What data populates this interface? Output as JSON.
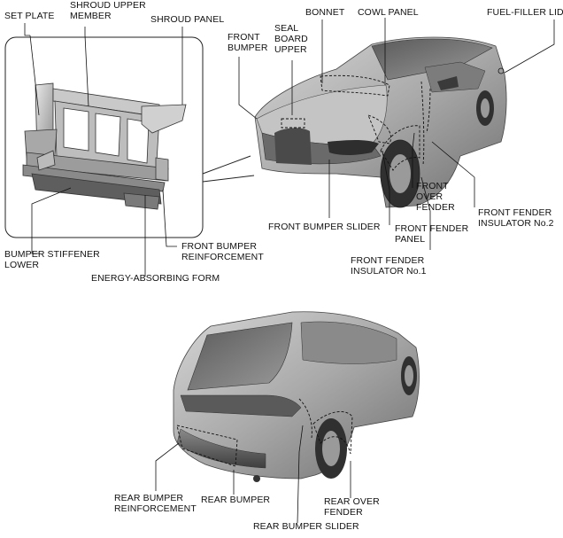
{
  "labels": {
    "set_plate": "SET PLATE",
    "shroud_upper_member": "SHROUD UPPER\nMEMBER",
    "shroud_panel": "SHROUD PANEL",
    "seal_board_upper": "SEAL\nBOARD\nUPPER",
    "front_bumper": "FRONT\nBUMPER",
    "bonnet": "BONNET",
    "cowl_panel": "COWL PANEL",
    "fuel_filler_lid": "FUEL-FILLER LID",
    "front_over_fender": "FRONT\nOVER\nFENDER",
    "front_fender_insulator_no2": "FRONT FENDER\nINSULATOR No.2",
    "front_bumper_slider": "FRONT BUMPER SLIDER",
    "front_fender_panel": "FRONT FENDER\nPANEL",
    "front_fender_insulator_no1": "FRONT FENDER\nINSULATOR No.1",
    "front_bumper_reinforcement": "FRONT BUMPER\nREINFORCEMENT",
    "bumper_stiffener_lower": "BUMPER STIFFENER\nLOWER",
    "energy_absorbing_form": "ENERGY-ABSORBING FORM",
    "rear_bumper_reinforcement": "REAR BUMPER\nREINFORCEMENT",
    "rear_bumper": "REAR BUMPER",
    "rear_over_fender": "REAR OVER\nFENDER",
    "rear_bumper_slider": "REAR BUMPER SLIDER"
  }
}
